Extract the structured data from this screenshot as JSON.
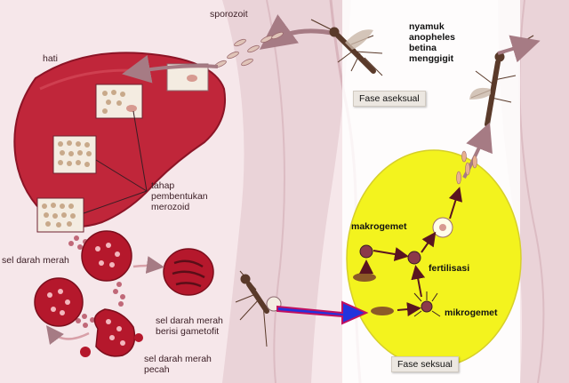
{
  "labels": {
    "sporozoit": "sporozoit",
    "hati": "hati",
    "nyamuk": [
      "nyamuk",
      "anopheles",
      "betina",
      "menggigit"
    ],
    "fase_aseksual": "Fase aseksual",
    "tahap": [
      "tahap",
      "pembentukan",
      "merozoid"
    ],
    "sel_darah_merah": "sel darah merah",
    "makrogemet": "makrogemet",
    "fertilisasi": "fertilisasi",
    "mikrogemet": "mikrogemet",
    "gametofit": [
      "sel darah merah",
      "berisi gametofit"
    ],
    "pecah": [
      "sel darah merah",
      "pecah"
    ],
    "fase_seksual": "Fase seksual"
  },
  "colors": {
    "background": "#f6e7ea",
    "body_silhouette": "#e8cdd3",
    "liver": "#c0263a",
    "blood_cell": "#b5182c",
    "sexual_phase_circle": "#f3f31e",
    "blue_arrow": "#2233dd",
    "mosquito": "#5a3a2a"
  },
  "icons": [
    "mosquito-icon",
    "liver-icon",
    "red-blood-cell-icon"
  ]
}
